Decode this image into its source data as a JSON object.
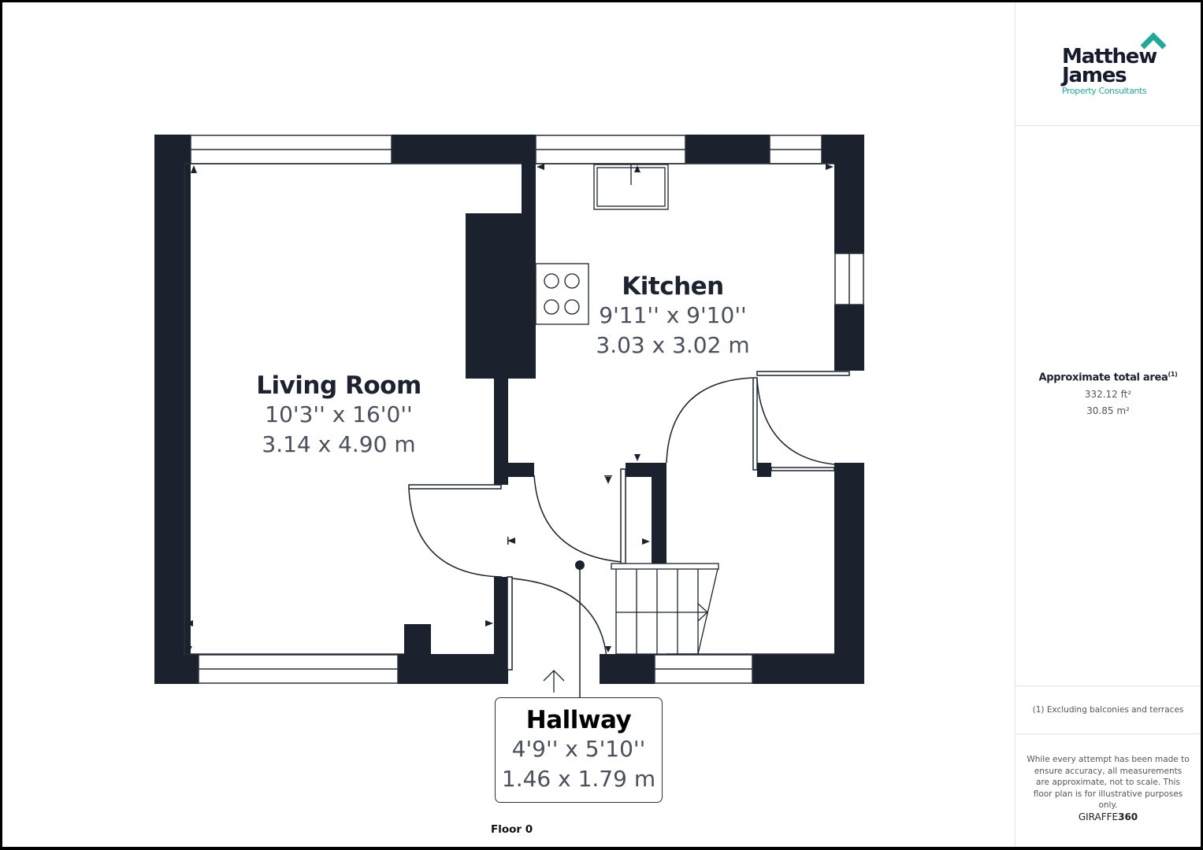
{
  "brand": {
    "name_line1": "Matthew",
    "name_line2": "James",
    "tagline": "Property Consultants",
    "accent_color": "#1ea99a",
    "text_color": "#171b2e",
    "roof_icon": "roof-chevron-icon"
  },
  "rooms": [
    {
      "id": "living-room",
      "name": "Living Room",
      "imperial": "10'3'' x 16'0''",
      "metric": "3.14 x 4.90 m"
    },
    {
      "id": "kitchen",
      "name": "Kitchen",
      "imperial": "9'11'' x 9'10''",
      "metric": "3.03 x 3.02 m"
    },
    {
      "id": "hallway",
      "name": "Hallway",
      "imperial": "4'9'' x 5'10''",
      "metric": "1.46 x 1.79 m"
    }
  ],
  "floor_label": "Floor 0",
  "area": {
    "title": "Approximate total area",
    "footnote_marker": "(1)",
    "sqft": "332.12 ft²",
    "sqm": "30.85 m²"
  },
  "notes": {
    "footnote": "(1) Excluding balconies and terraces",
    "disclaimer": "While every attempt has been made to ensure accuracy, all measurements are approximate, not to scale. This floor plan is for illustrative purposes only.",
    "credit_light": "GIRAFFE",
    "credit_bold": "360"
  },
  "colors": {
    "wall": "#1b222d",
    "line": "#2a2f3a",
    "background": "#ffffff"
  },
  "icons": {
    "entrance": "entrance-arrow-icon",
    "hob": "hob-icon",
    "sink": "sink-icon",
    "stairs": "stairs-icon"
  }
}
